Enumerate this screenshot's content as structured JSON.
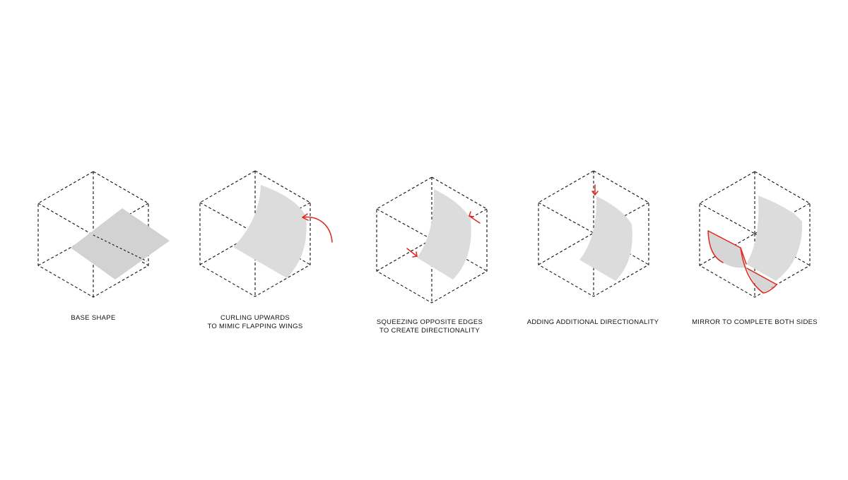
{
  "colors": {
    "surface_fill": "#dcdcdc",
    "surface_fill_dark": "#c8c8c8",
    "outline": "#111111",
    "accent": "#e0261b"
  },
  "steps": [
    {
      "label_lines": [
        "BASE SHAPE"
      ]
    },
    {
      "label_lines": [
        "CURLING UPWARDS",
        "TO MIMIC FLAPPING WINGS"
      ]
    },
    {
      "label_lines": [
        "SQUEEZING OPPOSITE EDGES",
        "TO CREATE DIRECTIONALITY"
      ]
    },
    {
      "label_lines": [
        "ADDING ADDITIONAL DIRECTIONALITY"
      ]
    },
    {
      "label_lines": [
        "MIRROR TO COMPLETE BOTH SIDES"
      ]
    }
  ]
}
